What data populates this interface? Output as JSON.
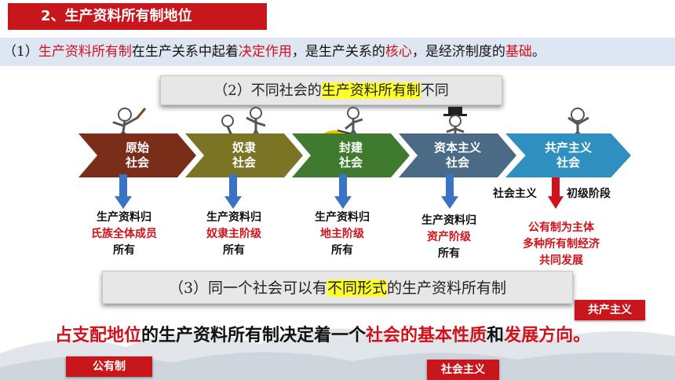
{
  "title": "2、生产资料所有制地位",
  "statement1": {
    "p1": "（1）",
    "p2": "生产资料所有制",
    "p3": "在生产关系中起着",
    "p4": "决定作用",
    "p5": "，是生产关系的",
    "p6": "核心",
    "p7": "，是经济制度的",
    "p8": "基础",
    "p9": "。"
  },
  "statement2": {
    "p1": "（2）不同社会的",
    "p2": "生产资料所有制",
    "p3": "不同"
  },
  "stages": [
    {
      "line1": "原始",
      "line2": "社会"
    },
    {
      "line1": "奴隶",
      "line2": "社会"
    },
    {
      "line1": "封建",
      "line2": "社会"
    },
    {
      "line1": "资本主义",
      "line2": "社会"
    },
    {
      "line1": "共产主义",
      "line2": "社会"
    }
  ],
  "ownership": [
    {
      "a": "生产资料归",
      "b": "氏族全体成员",
      "c": "所有"
    },
    {
      "a": "生产资料归",
      "b": "奴隶主阶级",
      "c": "所有"
    },
    {
      "a": "生产资料归",
      "b": "地主阶级",
      "c": "所有"
    },
    {
      "a": "生产资料归",
      "b": "资产阶级",
      "c": "所有"
    }
  ],
  "socialism": {
    "label_left": "社会主义",
    "label_right": "初级阶段",
    "lines": [
      "公有制为主体",
      "多种所有制经济",
      "共同发展"
    ]
  },
  "statement3": {
    "p1": "（3）同一个社会可以有",
    "p2": "不同形式",
    "p3": "的生产资料所有制"
  },
  "conclusion": {
    "p1": "占支配地位",
    "p2": "的生产资料所有制决定着一个",
    "p3": "社会的基本性质",
    "p4": "和",
    "p5": "发展方向。"
  },
  "tags": {
    "communism": "共产主义",
    "public": "公有制",
    "socialism": "社会主义"
  },
  "colors": {
    "accent_red": "#c8161d",
    "chevron_1": "#7a2e1a",
    "chevron_2": "#7b7424",
    "chevron_3": "#3f7a2e",
    "chevron_4": "#4a6a86",
    "chevron_5": "#2f8fbf",
    "arrow_blue": "#3a72c4",
    "highlight": "#ffff2a"
  }
}
